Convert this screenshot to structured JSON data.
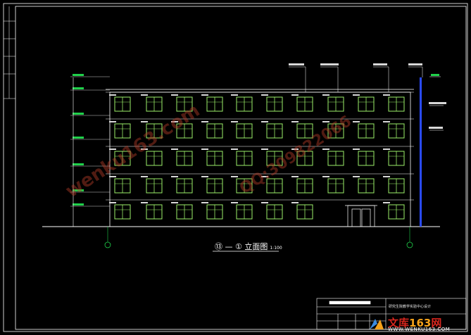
{
  "drawing": {
    "caption_label": "⑬ — ① 立面图",
    "caption_scale": "1:100",
    "background": "#000000",
    "line_color": "#ffffff",
    "window_color": "#9cf06a",
    "accent_color": "#2a4bff",
    "level_marker_color": "#1fd14a"
  },
  "title_block": {
    "project_name": "研究生院教学实验中心设计"
  },
  "watermarks": {
    "wm1": "wenku163.com",
    "wm2": "QQ:309822066"
  },
  "logo": {
    "brand_text": "文库",
    "brand_number": "163",
    "brand_suffix": "网",
    "domain": "WWW.WENKU163.COM"
  }
}
